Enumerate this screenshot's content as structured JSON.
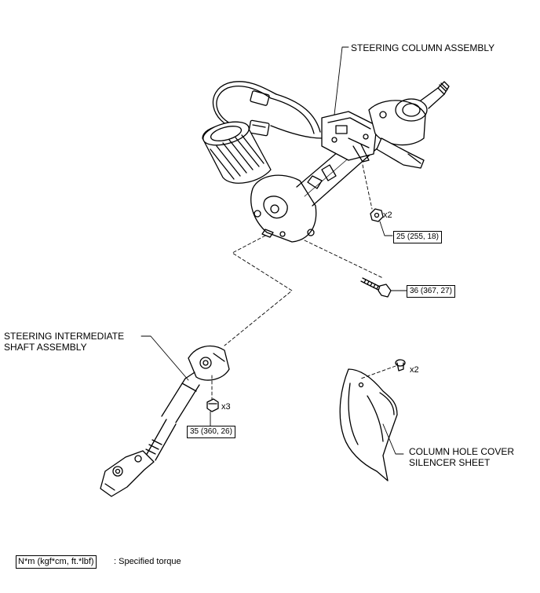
{
  "labels": {
    "steering_column_assembly": "STEERING COLUMN ASSEMBLY",
    "intermediate_shaft_line1": "STEERING INTERMEDIATE",
    "intermediate_shaft_line2": "SHAFT ASSEMBLY",
    "silencer_line1": "COLUMN HOLE COVER",
    "silencer_line2": "SILENCER SHEET"
  },
  "torques": {
    "nut_column": "25 (255, 18)",
    "bolt_column": "36 (367, 27)",
    "bolt_shaft": "35 (360, 26)"
  },
  "quantities": {
    "nut_column": "x2",
    "bolt_shaft": "x3",
    "clip_silencer": "x2"
  },
  "legend": {
    "unit_box": "N*m (kgf*cm, ft.*lbf)",
    "description": ": Specified torque"
  }
}
